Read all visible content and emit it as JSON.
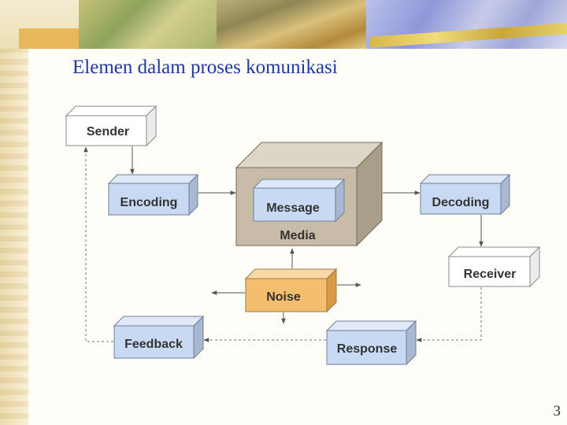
{
  "slide": {
    "title": "Elemen dalam proses komunikasi",
    "page_number": "3"
  },
  "diagram": {
    "nodes": {
      "sender": "Sender",
      "encoding": "Encoding",
      "message": "Message",
      "media": "Media",
      "decoding": "Decoding",
      "receiver": "Receiver",
      "noise": "Noise",
      "feedback": "Feedback",
      "response": "Response"
    },
    "colors": {
      "blue_box": "#c8daf3",
      "orange_box": "#f5be6f",
      "white_box": "#ffffff",
      "media_box": "#c8bca8",
      "title": "#1f3aa0"
    }
  }
}
